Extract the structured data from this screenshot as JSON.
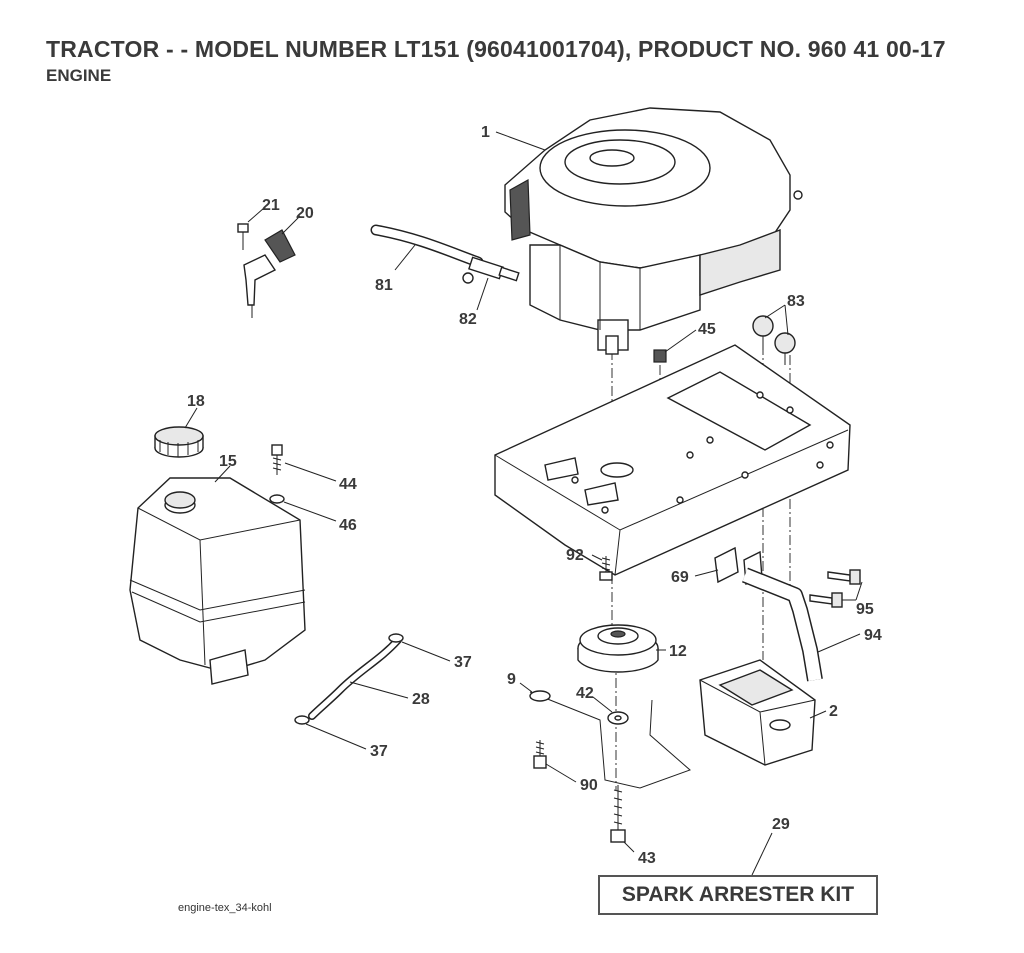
{
  "header": {
    "title": "TRACTOR - - MODEL NUMBER LT151 (96041001704), PRODUCT NO. 960 41 00-17",
    "subtitle": "ENGINE"
  },
  "callouts": [
    {
      "id": "c1",
      "label": "1"
    },
    {
      "id": "c21",
      "label": "21"
    },
    {
      "id": "c20",
      "label": "20"
    },
    {
      "id": "c81",
      "label": "81"
    },
    {
      "id": "c82",
      "label": "82"
    },
    {
      "id": "c83",
      "label": "83"
    },
    {
      "id": "c45",
      "label": "45"
    },
    {
      "id": "c18",
      "label": "18"
    },
    {
      "id": "c15",
      "label": "15"
    },
    {
      "id": "c44",
      "label": "44"
    },
    {
      "id": "c46",
      "label": "46"
    },
    {
      "id": "c92",
      "label": "92"
    },
    {
      "id": "c69",
      "label": "69"
    },
    {
      "id": "c95",
      "label": "95"
    },
    {
      "id": "c94",
      "label": "94"
    },
    {
      "id": "c12",
      "label": "12"
    },
    {
      "id": "c37a",
      "label": "37"
    },
    {
      "id": "c28",
      "label": "28"
    },
    {
      "id": "c37b",
      "label": "37"
    },
    {
      "id": "c9",
      "label": "9"
    },
    {
      "id": "c42",
      "label": "42"
    },
    {
      "id": "c2",
      "label": "2"
    },
    {
      "id": "c90",
      "label": "90"
    },
    {
      "id": "c29",
      "label": "29"
    },
    {
      "id": "c43",
      "label": "43"
    }
  ],
  "kit_label": "SPARK ARRESTER KIT",
  "footer": {
    "file_ref": "engine-tex_34-kohl"
  }
}
